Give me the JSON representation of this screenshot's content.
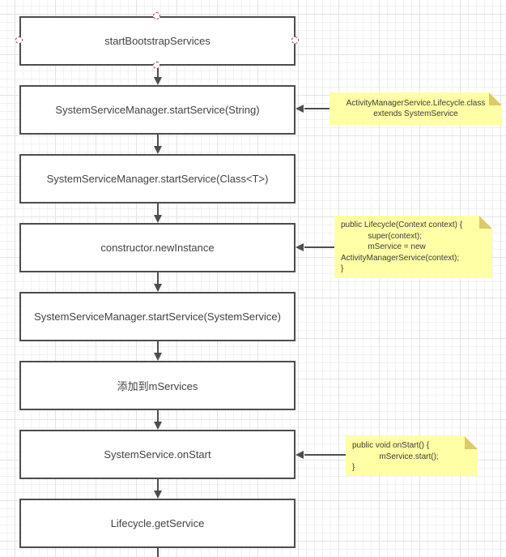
{
  "colors": {
    "stroke": "#4d4d4d",
    "node-fill": "#ffffff",
    "node-text": "#424242",
    "note-fill": "#ffffa5",
    "note-fold": "#d9cb68",
    "note-text": "#3b3b3b",
    "selection-handle": "#9c3c38",
    "grid-minor": "#f2f2f2",
    "grid-major": "#e4e4e4"
  },
  "diagram": {
    "nodes": [
      {
        "label": "startBootstrapServices",
        "selected": true
      },
      {
        "label": "SystemServiceManager.startService(String)",
        "selected": false
      },
      {
        "label": "SystemServiceManager.startService(Class<T>)",
        "selected": false
      },
      {
        "label": "constructor.newInstance",
        "selected": false
      },
      {
        "label": "SystemServiceManager.startService(SystemService)",
        "selected": false
      },
      {
        "label": "添加到mServices",
        "selected": false
      },
      {
        "label": "SystemService.onStart",
        "selected": false
      },
      {
        "label": "Lifecycle.getService",
        "selected": false
      }
    ],
    "notes": [
      {
        "text": "ActivityManagerService.Lifecycle.class\nextends SystemService"
      },
      {
        "text": "public Lifecycle(Context context) {\n            super(context);\n            mService = new\nActivityManagerService(context);\n}"
      },
      {
        "text": "public void onStart() {\n            mService.start();\n}"
      }
    ]
  }
}
